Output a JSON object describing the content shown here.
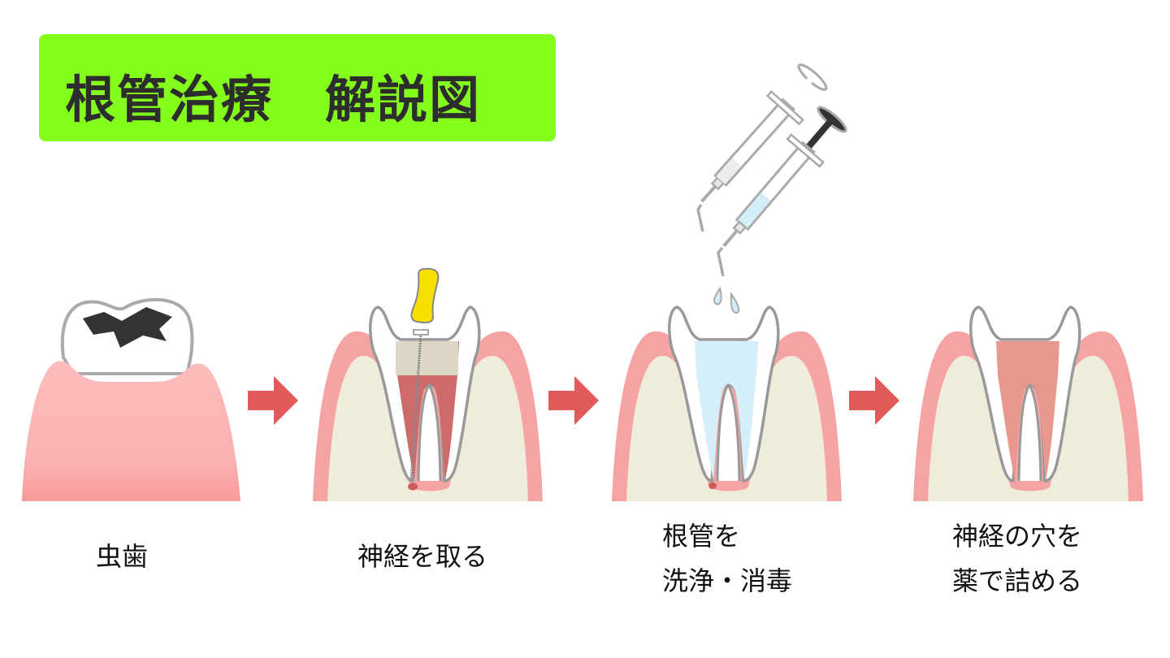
{
  "title": "根管治療　解説図",
  "steps": [
    {
      "label_lines": [
        "虫歯"
      ]
    },
    {
      "label_lines": [
        "神経を取る"
      ]
    },
    {
      "label_lines": [
        "根管を",
        "洗浄・消毒"
      ]
    },
    {
      "label_lines": [
        "神経の穴を",
        "薬で詰める"
      ]
    }
  ],
  "colors": {
    "title_bg": "#84fc1c",
    "arrow": "#e05a5a",
    "gum": "#f6a3a3",
    "bone": "#f0ecdc",
    "nerve": "#cd6b6b",
    "cleaned_canal": "#d5eff8",
    "filled_canal": "#e8988f",
    "file_handle": "#f5e000"
  }
}
